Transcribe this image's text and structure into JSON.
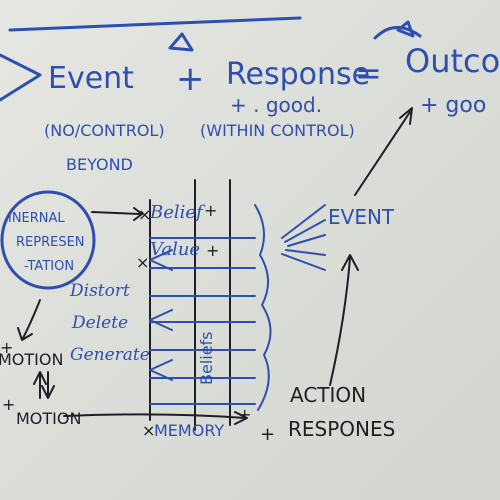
{
  "formula": {
    "event": "Event",
    "plus": "+",
    "response": "Response",
    "equals": "=",
    "outcome": "Outco",
    "response_note": "+ . good.",
    "outcome_note": "+ goo"
  },
  "control_notes": {
    "no_control": "(NO/CONTROL)",
    "beyond": "BEYOND",
    "within_control": "(WITHIN CONTROL)"
  },
  "internal": {
    "label_line1": "INERNAL",
    "label_line2": "REPRESEN",
    "label_line3": "-TATION",
    "processes": [
      "Distort",
      "Delete",
      "Generate"
    ],
    "emotion": "MOTION",
    "motion": "MOTION"
  },
  "filter": {
    "belief": "Belief",
    "value": "Value",
    "vertical_label": "Beliefs",
    "memory": "MEMORY"
  },
  "right_side": {
    "event": "EVENT",
    "action": "ACTION",
    "response": "RESPONES"
  },
  "colors": {
    "blue_ink": "#2e4fb0",
    "black_ink": "#1e1f24",
    "board": "#dcded9"
  }
}
